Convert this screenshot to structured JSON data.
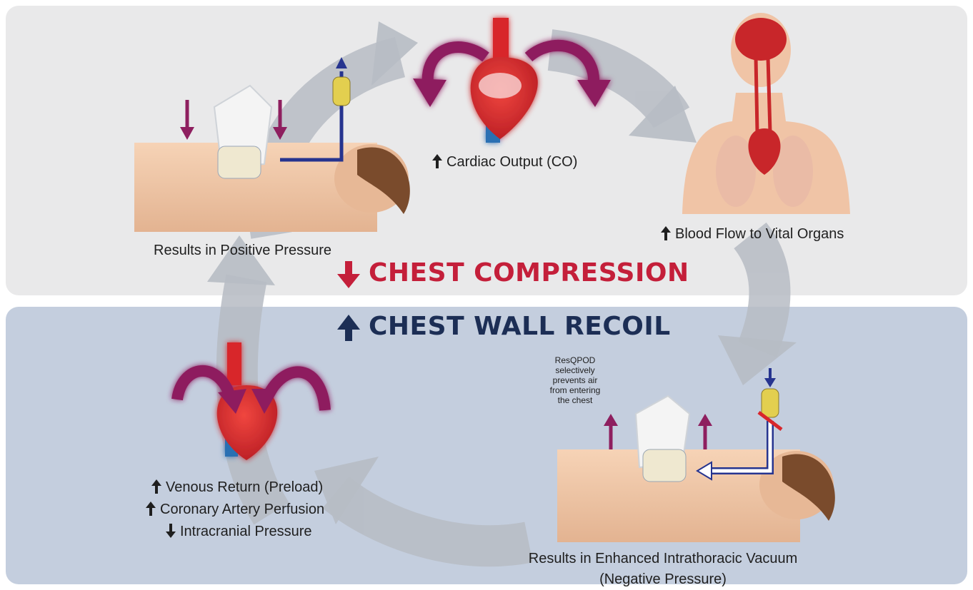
{
  "colors": {
    "top_panel": "#e9e9ea",
    "bottom_panel": "#c4cede",
    "compression_red": "#c41f3a",
    "recoil_navy": "#1c2e55",
    "cycle_arrow": "#b7bcc4",
    "magenta": "#8e1f5f",
    "tube_blue": "#26348f",
    "skin": "#f1c7a6",
    "heart_red": "#d8262c",
    "vessel_blue": "#2b6fb3"
  },
  "banners": {
    "compression": "CHEST COMPRESSION",
    "recoil": "CHEST WALL RECOIL"
  },
  "captions": {
    "positive_pressure": "Results in Positive Pressure",
    "cardiac_output": "Cardiac Output (CO)",
    "blood_flow": "Blood Flow to Vital Organs",
    "vacuum_line1": "Results in Enhanced Intrathoracic Vacuum",
    "vacuum_line2": "(Negative Pressure)",
    "venous_return": "Venous Return (Preload)",
    "coronary": "Coronary Artery Perfusion",
    "intracranial": "Intracranial Pressure"
  },
  "note": {
    "line1": "ResQPOD",
    "line2": "selectively",
    "line3": "prevents air",
    "line4": "from entering",
    "line5": "the chest"
  },
  "icons": {
    "up": "arrow-up-icon",
    "down": "arrow-down-icon"
  }
}
